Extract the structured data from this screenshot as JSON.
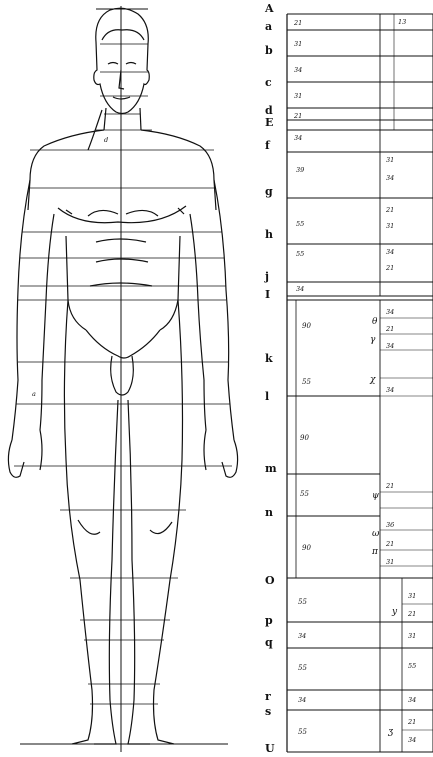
{
  "figure": {
    "icon": "male-figure-proportion-icon",
    "marks": [
      "d",
      "a"
    ]
  },
  "chart": {
    "row_letters": [
      "A",
      "a",
      "b",
      "c",
      "d",
      "E",
      "f",
      "g",
      "h",
      "j",
      "I",
      "k",
      "l",
      "m",
      "n",
      "O",
      "p",
      "q",
      "r",
      "s",
      "U"
    ],
    "left_numbers": [
      "21",
      "31",
      "34",
      "31",
      "21",
      "34",
      "39",
      "55",
      "55",
      "34",
      "90",
      "55",
      "90",
      "55",
      "90",
      "55",
      "34",
      "55",
      "34",
      "55"
    ],
    "greek_marks": [
      "θ",
      "γ",
      "χ",
      "ψ",
      "ω",
      "π",
      "y",
      "ʒ"
    ],
    "mid_numbers": [
      "13",
      "31",
      "34",
      "21",
      "31",
      "34",
      "21",
      "34",
      "21",
      "34",
      "34",
      "21",
      "36",
      "21",
      "31",
      "31",
      "21",
      "31",
      "55",
      "34",
      "21",
      "34"
    ]
  }
}
